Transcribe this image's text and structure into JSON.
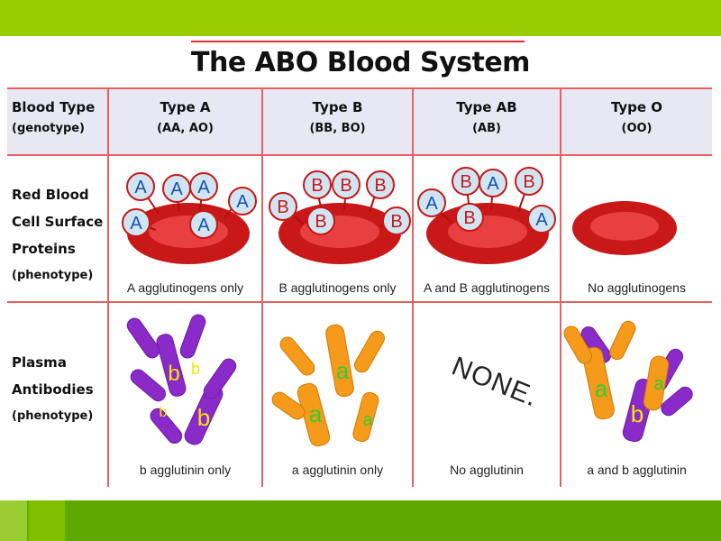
{
  "title": "The ABO Blood System",
  "header": {
    "row_label": "Blood Type",
    "row_label_sub": "(genotype)",
    "columns": [
      {
        "type": "Type A",
        "genotype": "(AA, AO)"
      },
      {
        "type": "Type B",
        "genotype": "(BB, BO)"
      },
      {
        "type": "Type AB",
        "genotype": "(AB)"
      },
      {
        "type": "Type O",
        "genotype": "(OO)"
      }
    ]
  },
  "rows": [
    {
      "label_lines": [
        "Red Blood",
        "Cell Surface",
        "Proteins"
      ],
      "label_sub": "(phenotype)",
      "captions": [
        "A agglutinogens only",
        "B agglutinogens only",
        "A and B agglutinogens",
        "No agglutinogens"
      ]
    },
    {
      "label_lines": [
        "Plasma",
        "Antibodies"
      ],
      "label_sub": "(phenotype)",
      "captions": [
        "b agglutinin only",
        "a agglutinin only",
        "No agglutinin",
        "a and b agglutinin"
      ]
    }
  ],
  "none_text": "NONE.",
  "antigen_letters": {
    "a": "A",
    "b": "B"
  },
  "antibody_letters": {
    "a": "a",
    "b": "b"
  },
  "colors": {
    "top_bar": "#99cc00",
    "bottom_bar": "#5fa800",
    "grid_line": "#e86060",
    "header_bg": "#e8e8f4",
    "rbc": "#d42020",
    "antigen_circle": "#cfe6f2",
    "antibody_purple": "#8a2bc9",
    "antibody_orange": "#f59a1a",
    "label_yellow": "#f5e600",
    "label_green": "#33cc33"
  }
}
